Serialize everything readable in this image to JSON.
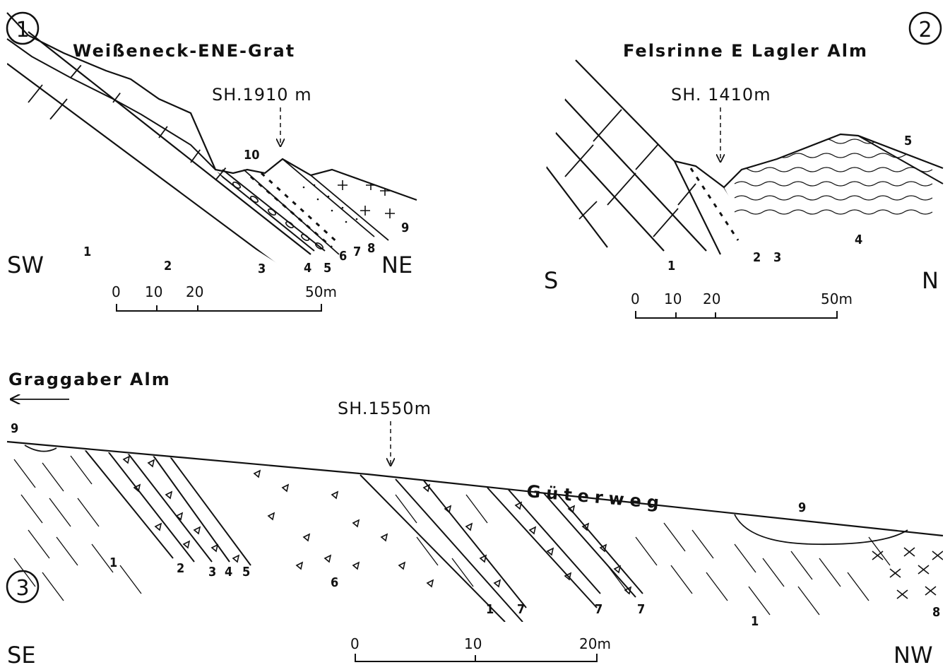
{
  "panels": [
    {
      "number": "1",
      "title": "Weißeneck-ENE-Grat",
      "elevation": "SH.1910 m",
      "orientation_left": "SW",
      "orientation_right": "NE",
      "unit_labels": [
        "1",
        "2",
        "3",
        "4",
        "5",
        "6",
        "7",
        "8",
        "9",
        "10"
      ],
      "scale_ticks": [
        "0",
        "10",
        "20",
        "50m"
      ]
    },
    {
      "number": "2",
      "title": "Felsrinne E Lagler Alm",
      "elevation": "SH. 1410m",
      "orientation_left": "S",
      "orientation_right": "N",
      "unit_labels": [
        "1",
        "2",
        "3",
        "4",
        "5"
      ],
      "scale_ticks": [
        "0",
        "10",
        "20",
        "50m"
      ]
    },
    {
      "number": "3",
      "direction_label": "Graggaber Alm",
      "elevation": "SH.1550m",
      "road_label": "Güterweg",
      "orientation_left": "SE",
      "orientation_right": "NW",
      "unit_labels": [
        "9",
        "9",
        "1",
        "2",
        "3",
        "4",
        "5",
        "6",
        "1",
        "7",
        "7",
        "7",
        "1",
        "8"
      ],
      "scale_ticks": [
        "0",
        "10",
        "20m"
      ]
    }
  ]
}
